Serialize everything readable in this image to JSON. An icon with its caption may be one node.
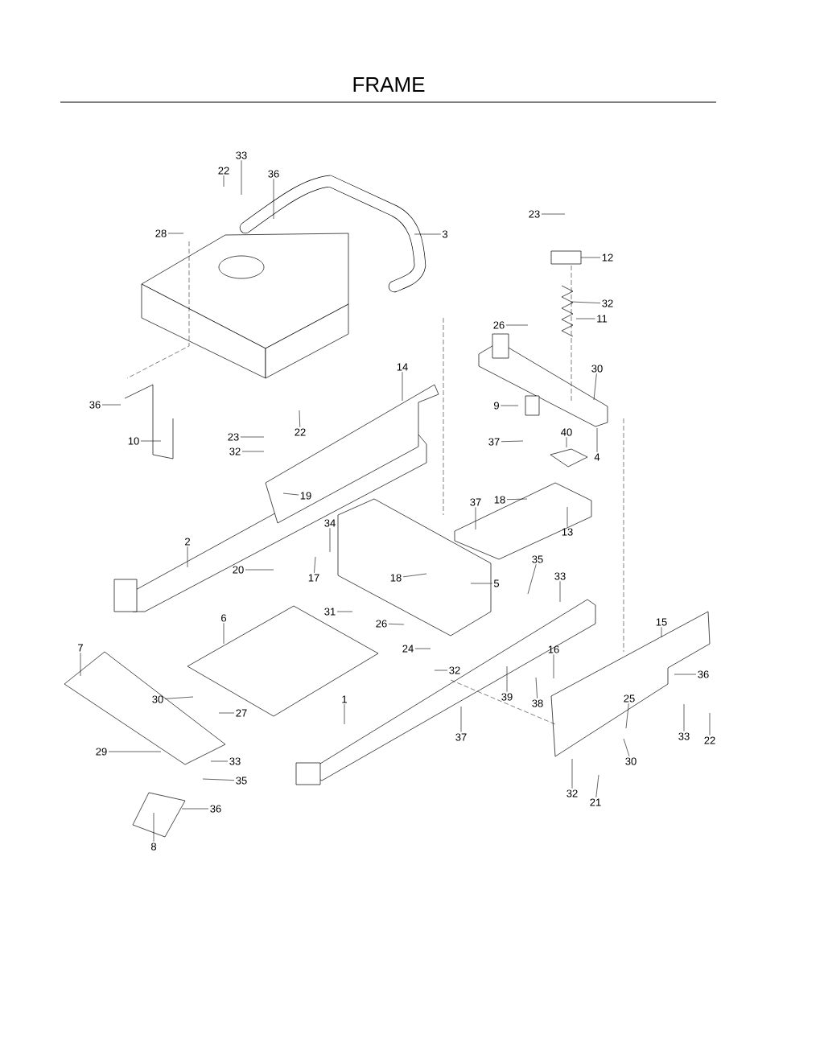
{
  "diagram": {
    "title": "FRAME",
    "nodes": [
      {
        "text": [
          "33"
        ]
      },
      {
        "text": [
          "22"
        ]
      },
      {
        "text": [
          "36"
        ]
      },
      {
        "text": [
          "3"
        ]
      },
      {
        "text": [
          "28"
        ]
      },
      {
        "text": [
          "12"
        ]
      },
      {
        "text": [
          "23"
        ]
      },
      {
        "text": [
          "32"
        ]
      },
      {
        "text": [
          "11"
        ]
      },
      {
        "text": [
          "26"
        ]
      },
      {
        "text": [
          "30"
        ]
      },
      {
        "text": [
          "9"
        ]
      },
      {
        "text": [
          "40"
        ]
      },
      {
        "text": [
          "4"
        ]
      },
      {
        "text": [
          "37"
        ]
      },
      {
        "text": [
          "14"
        ]
      },
      {
        "text": [
          "36"
        ]
      },
      {
        "text": [
          "22"
        ]
      },
      {
        "text": [
          "23"
        ]
      },
      {
        "text": [
          "32"
        ]
      },
      {
        "text": [
          "10"
        ]
      },
      {
        "text": [
          "19"
        ]
      },
      {
        "text": [
          "37"
        ]
      },
      {
        "text": [
          "18"
        ]
      },
      {
        "text": [
          "13"
        ]
      },
      {
        "text": [
          "2"
        ]
      },
      {
        "text": [
          "34"
        ]
      },
      {
        "text": [
          "20"
        ]
      },
      {
        "text": [
          "17"
        ]
      },
      {
        "text": [
          "18"
        ]
      },
      {
        "text": [
          "5"
        ]
      },
      {
        "text": [
          "35"
        ]
      },
      {
        "text": [
          "33"
        ]
      },
      {
        "text": [
          "6"
        ]
      },
      {
        "text": [
          "31"
        ]
      },
      {
        "text": [
          "26"
        ]
      },
      {
        "text": [
          "15"
        ]
      },
      {
        "text": [
          "7"
        ]
      },
      {
        "text": [
          "24"
        ]
      },
      {
        "text": [
          "32"
        ]
      },
      {
        "text": [
          "16"
        ]
      },
      {
        "text": [
          "36"
        ]
      },
      {
        "text": [
          "39"
        ]
      },
      {
        "text": [
          "38"
        ]
      },
      {
        "text": [
          "30"
        ]
      },
      {
        "text": [
          "27"
        ]
      },
      {
        "text": [
          "1"
        ]
      },
      {
        "text": [
          "25"
        ]
      },
      {
        "text": [
          "33"
        ]
      },
      {
        "text": [
          "22"
        ]
      },
      {
        "text": [
          "29"
        ]
      },
      {
        "text": [
          "37"
        ]
      },
      {
        "text": [
          "33"
        ]
      },
      {
        "text": [
          "35"
        ]
      },
      {
        "text": [
          "30"
        ]
      },
      {
        "text": [
          "32"
        ]
      },
      {
        "text": [
          "21"
        ]
      },
      {
        "text": [
          "36"
        ]
      },
      {
        "text": [
          "8"
        ]
      }
    ],
    "edges": [
      {
        "from": 0,
        "to": null,
        "arrow": "none"
      },
      {
        "from": 1,
        "to": null,
        "arrow": "none"
      },
      {
        "from": 2,
        "to": null,
        "arrow": "none"
      },
      {
        "from": 3,
        "to": null,
        "arrow": "none"
      },
      {
        "from": 4,
        "to": null,
        "arrow": "none"
      },
      {
        "from": 5,
        "to": null,
        "arrow": "none"
      },
      {
        "from": 6,
        "to": null,
        "arrow": "none"
      },
      {
        "from": 7,
        "to": null,
        "arrow": "none"
      },
      {
        "from": 8,
        "to": null,
        "arrow": "none"
      },
      {
        "from": 9,
        "to": null,
        "arrow": "none"
      },
      {
        "from": 10,
        "to": null,
        "arrow": "none"
      },
      {
        "from": 11,
        "to": null,
        "arrow": "none"
      },
      {
        "from": 12,
        "to": null,
        "arrow": "none"
      },
      {
        "from": 13,
        "to": null,
        "arrow": "none"
      },
      {
        "from": 14,
        "to": null,
        "arrow": "none"
      },
      {
        "from": 15,
        "to": null,
        "arrow": "none"
      },
      {
        "from": 16,
        "to": null,
        "arrow": "none"
      },
      {
        "from": 17,
        "to": null,
        "arrow": "none"
      },
      {
        "from": 18,
        "to": null,
        "arrow": "none"
      },
      {
        "from": 19,
        "to": null,
        "arrow": "none"
      },
      {
        "from": 20,
        "to": null,
        "arrow": "none"
      },
      {
        "from": 21,
        "to": null,
        "arrow": "none"
      },
      {
        "from": 22,
        "to": null,
        "arrow": "none"
      },
      {
        "from": 23,
        "to": null,
        "arrow": "none"
      },
      {
        "from": 24,
        "to": null,
        "arrow": "none"
      },
      {
        "from": 25,
        "to": null,
        "arrow": "none"
      },
      {
        "from": 26,
        "to": null,
        "arrow": "none"
      },
      {
        "from": 27,
        "to": null,
        "arrow": "none"
      },
      {
        "from": 28,
        "to": null,
        "arrow": "none"
      },
      {
        "from": 29,
        "to": null,
        "arrow": "none"
      },
      {
        "from": 30,
        "to": null,
        "arrow": "none"
      },
      {
        "from": 31,
        "to": null,
        "arrow": "none"
      },
      {
        "from": 32,
        "to": null,
        "arrow": "none"
      },
      {
        "from": 33,
        "to": null,
        "arrow": "none"
      },
      {
        "from": 34,
        "to": null,
        "arrow": "none"
      },
      {
        "from": 35,
        "to": null,
        "arrow": "none"
      },
      {
        "from": 36,
        "to": null,
        "arrow": "none"
      },
      {
        "from": 37,
        "to": null,
        "arrow": "none"
      },
      {
        "from": 38,
        "to": null,
        "arrow": "none"
      },
      {
        "from": 39,
        "to": null,
        "arrow": "none"
      },
      {
        "from": 40,
        "to": null,
        "arrow": "none"
      },
      {
        "from": 41,
        "to": null,
        "arrow": "none"
      },
      {
        "from": 42,
        "to": null,
        "arrow": "none"
      },
      {
        "from": 43,
        "to": null,
        "arrow": "none"
      },
      {
        "from": 44,
        "to": null,
        "arrow": "none"
      },
      {
        "from": 45,
        "to": null,
        "arrow": "none"
      },
      {
        "from": 46,
        "to": null,
        "arrow": "none"
      },
      {
        "from": 47,
        "to": null,
        "arrow": "none"
      },
      {
        "from": 48,
        "to": null,
        "arrow": "none"
      },
      {
        "from": 49,
        "to": null,
        "arrow": "none"
      },
      {
        "from": 50,
        "to": null,
        "arrow": "none"
      },
      {
        "from": 51,
        "to": null,
        "arrow": "none"
      },
      {
        "from": 52,
        "to": null,
        "arrow": "none"
      },
      {
        "from": 53,
        "to": null,
        "arrow": "none"
      },
      {
        "from": 54,
        "to": null,
        "arrow": "none"
      },
      {
        "from": 55,
        "to": null,
        "arrow": "none"
      },
      {
        "from": 56,
        "to": null,
        "arrow": "none"
      },
      {
        "from": 57,
        "to": null,
        "arrow": "none"
      },
      {
        "from": 58,
        "to": null,
        "arrow": "none"
      }
    ]
  }
}
